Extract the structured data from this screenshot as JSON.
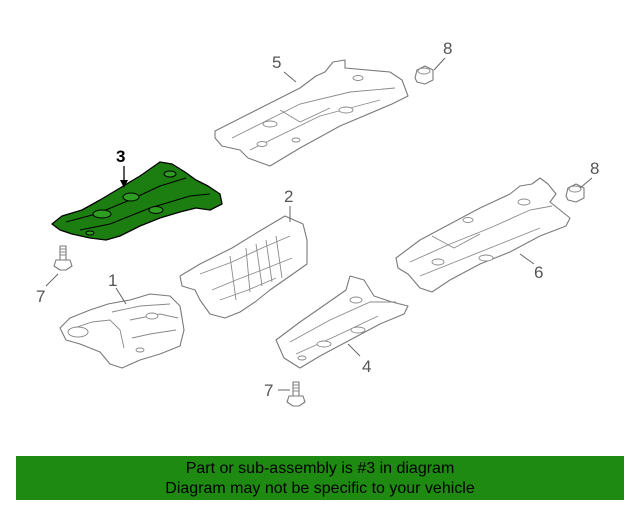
{
  "callouts": {
    "c1": "1",
    "c2": "2",
    "c3": "3",
    "c4": "4",
    "c5": "5",
    "c6": "6",
    "c7a": "7",
    "c7b": "7",
    "c8a": "8",
    "c8b": "8"
  },
  "banner": {
    "line1": "Part or sub-assembly is #3 in diagram",
    "line2": "Diagram may not be specific to your vehicle"
  },
  "colors": {
    "highlight": "#1c7d11",
    "banner": "#1f8a12"
  }
}
